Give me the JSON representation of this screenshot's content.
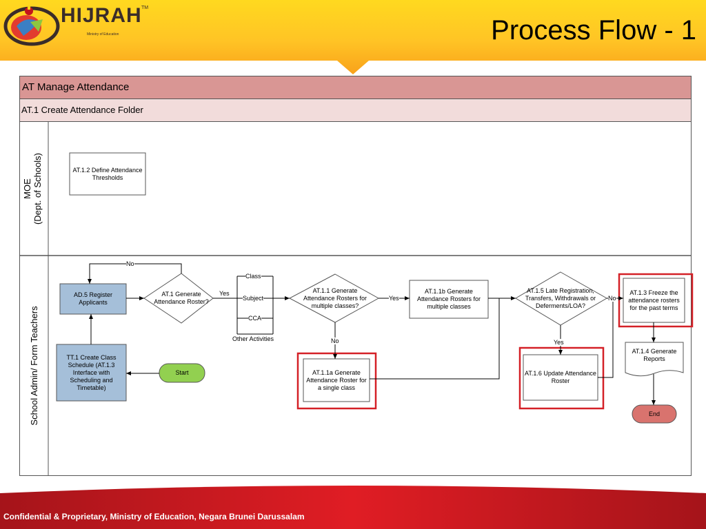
{
  "header": {
    "title": "Process Flow - 1",
    "logo_text": "HIJRAH",
    "logo_tm": "TM",
    "logo_sub": "Ministry of Education"
  },
  "diagram": {
    "process_title": "AT Manage Attendance",
    "subprocess_title": "AT.1 Create Attendance Folder",
    "lanes": {
      "moe": "MOE\n(Dept. of Schools)",
      "school": "School Admin/ Form Teachers"
    },
    "nodes": {
      "define_thresholds": "AT.1.2 Define Attendance Thresholds",
      "register_applicants": "AD.5 Register Applicants",
      "create_class_schedule": "TT.1 Create Class Schedule (AT.1.3 Interface with Scheduling and Timetable)",
      "start": "Start",
      "generate_roster_q": "AT.1 Generate Attendance Roster?",
      "multiple_classes_q": "AT.1.1 Generate Attendance Rosters for multiple classes?",
      "generate_multiple": "AT.1.1b Generate Attendance Rosters for multiple classes",
      "generate_single": "AT.1.1a Generate Attendance Roster for a single class",
      "late_registration_q": "AT.1.5 Late Registration, Transfers, Withdrawals or Deferments/LOA?",
      "update_roster": "AT.1.6 Update Attendance Roster",
      "freeze_rosters": "AT.1.3 Freeze the attendance rosters for the past terms",
      "generate_reports": "AT.1.4 Generate Reports",
      "end": "End"
    },
    "edge_labels": {
      "no_loop": "No",
      "yes_roster": "Yes",
      "class": "Class",
      "subject": "Subject",
      "cca": "CCA",
      "other_activities": "Other Activities",
      "yes_multiple": "Yes",
      "no_single": "No",
      "no_late": "No",
      "yes_late": "Yes"
    }
  },
  "footer": {
    "text": "Confidential & Proprietary, Ministry of Education, Negara Brunei Darussalam"
  },
  "colors": {
    "header_yellow": "#ffd21f",
    "header_orange": "#f7941d",
    "process_bar": "#d99694",
    "subprocess_bar": "#f2dcdb",
    "blue_box": "#a5bfd9",
    "start_green": "#92d050",
    "end_red": "#d9736e",
    "highlight_red": "#d42027",
    "footer_red": "#c4151c"
  }
}
